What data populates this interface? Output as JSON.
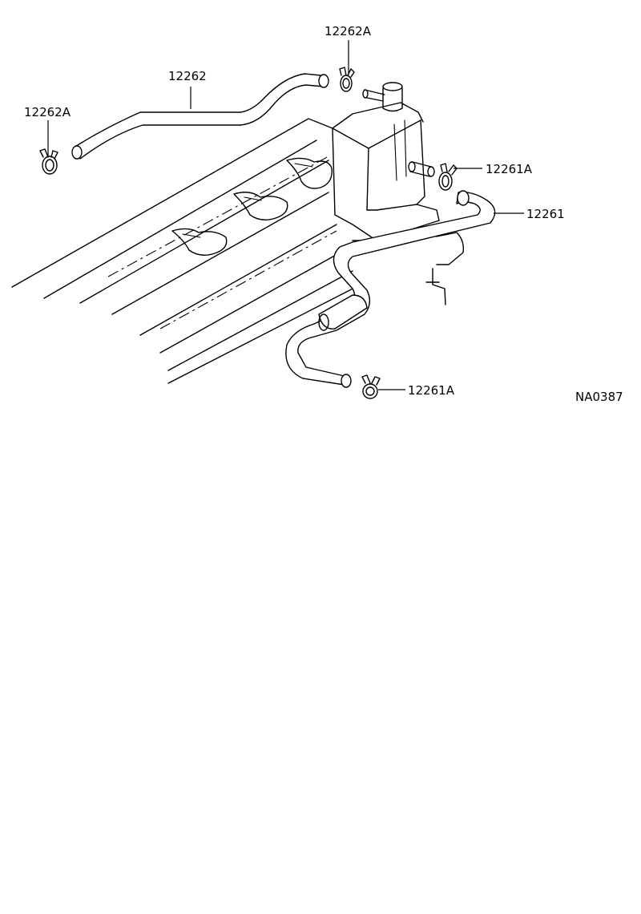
{
  "diagram": {
    "drawing_code": "NA0387",
    "labels": [
      {
        "id": "hose-12262",
        "text": "12262"
      },
      {
        "id": "clamp-12262a-left",
        "text": "12262A"
      },
      {
        "id": "clamp-12262a-top",
        "text": "12262A"
      },
      {
        "id": "clamp-12261a-upper",
        "text": "12261A"
      },
      {
        "id": "hose-12261",
        "text": "12261"
      },
      {
        "id": "clamp-12261a-lower",
        "text": "12261A"
      }
    ]
  }
}
